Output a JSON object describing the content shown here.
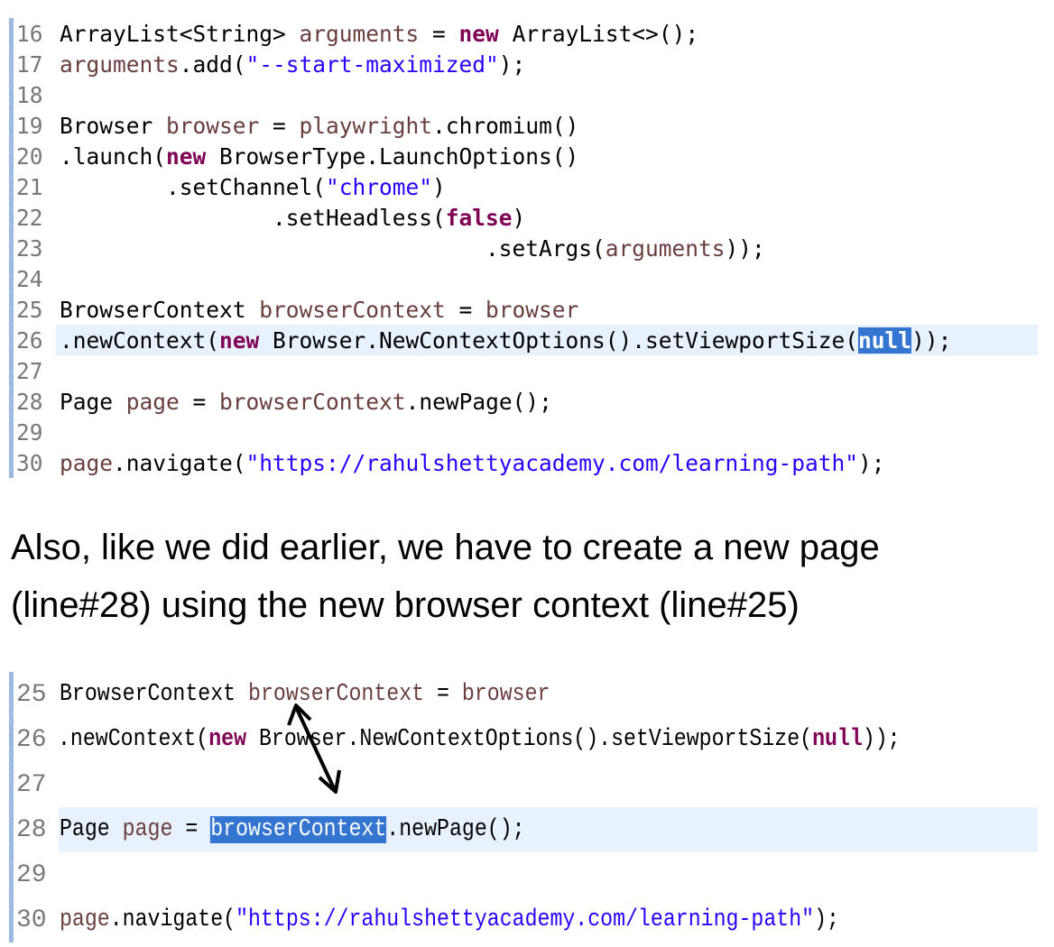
{
  "block1": {
    "lines": [
      {
        "n": "16",
        "parts": [
          [
            "ArrayList<String> ",
            "plain"
          ],
          [
            "arguments",
            "var"
          ],
          [
            " = ",
            "plain"
          ],
          [
            "new",
            "kw"
          ],
          [
            " ArrayList<>();",
            "plain"
          ]
        ]
      },
      {
        "n": "17",
        "parts": [
          [
            "arguments",
            "var"
          ],
          [
            ".add(",
            "plain"
          ],
          [
            "\"--start-maximized\"",
            "str"
          ],
          [
            ");",
            "plain"
          ]
        ]
      },
      {
        "n": "18",
        "parts": []
      },
      {
        "n": "19",
        "parts": [
          [
            "Browser ",
            "plain"
          ],
          [
            "browser",
            "var"
          ],
          [
            " = ",
            "plain"
          ],
          [
            "playwright",
            "var"
          ],
          [
            ".chromium()",
            "plain"
          ]
        ]
      },
      {
        "n": "20",
        "parts": [
          [
            ".launch(",
            "plain"
          ],
          [
            "new",
            "kw"
          ],
          [
            " BrowserType.LaunchOptions()",
            "plain"
          ]
        ]
      },
      {
        "n": "21",
        "parts": [
          [
            "        .setChannel(",
            "plain"
          ],
          [
            "\"chrome\"",
            "str"
          ],
          [
            ")",
            "plain"
          ]
        ]
      },
      {
        "n": "22",
        "parts": [
          [
            "                .setHeadless(",
            "plain"
          ],
          [
            "false",
            "kw"
          ],
          [
            ")",
            "plain"
          ]
        ]
      },
      {
        "n": "23",
        "parts": [
          [
            "                                .setArgs(",
            "plain"
          ],
          [
            "arguments",
            "var"
          ],
          [
            "));",
            "plain"
          ]
        ]
      },
      {
        "n": "24",
        "parts": []
      },
      {
        "n": "25",
        "parts": [
          [
            "BrowserContext ",
            "plain"
          ],
          [
            "browserContext",
            "var"
          ],
          [
            " = ",
            "plain"
          ],
          [
            "browser",
            "var"
          ]
        ]
      },
      {
        "n": "26",
        "current": true,
        "parts": [
          [
            ".newContext(",
            "plain"
          ],
          [
            "new",
            "kw"
          ],
          [
            " Browser.NewContextOptions().setViewportSize(",
            "plain"
          ],
          [
            "null",
            "sel-kw"
          ],
          [
            "));",
            "plain"
          ]
        ]
      },
      {
        "n": "27",
        "parts": []
      },
      {
        "n": "28",
        "parts": [
          [
            "Page ",
            "plain"
          ],
          [
            "page",
            "var"
          ],
          [
            " = ",
            "plain"
          ],
          [
            "browserContext",
            "var"
          ],
          [
            ".newPage();",
            "plain"
          ]
        ]
      },
      {
        "n": "29",
        "parts": []
      },
      {
        "n": "30",
        "parts": [
          [
            "page",
            "var"
          ],
          [
            ".navigate(",
            "plain"
          ],
          [
            "\"https://rahulshettyacademy.com/learning-path\"",
            "str"
          ],
          [
            ");",
            "plain"
          ]
        ]
      }
    ]
  },
  "prose": {
    "line1": "Also, like we did earlier, we have to create a new page",
    "line2": "(line#28) using the new browser context (line#25)"
  },
  "block2": {
    "lines": [
      {
        "n": "25",
        "parts": [
          [
            "BrowserContext ",
            "plain"
          ],
          [
            "browserContext",
            "var"
          ],
          [
            " = ",
            "plain"
          ],
          [
            "browser",
            "var"
          ]
        ]
      },
      {
        "n": "26",
        "parts": [
          [
            ".newContext(",
            "plain"
          ],
          [
            "new",
            "kw"
          ],
          [
            " Browser.NewContextOptions().setViewportSize(",
            "plain"
          ],
          [
            "null",
            "kw"
          ],
          [
            "));",
            "plain"
          ]
        ]
      },
      {
        "n": "27",
        "parts": []
      },
      {
        "n": "28",
        "current": true,
        "parts": [
          [
            "Page ",
            "plain"
          ],
          [
            "page",
            "var"
          ],
          [
            " = ",
            "plain"
          ],
          [
            "browserContext",
            "sel"
          ],
          [
            ".newPage();",
            "plain"
          ]
        ]
      },
      {
        "n": "29",
        "parts": []
      },
      {
        "n": "30",
        "parts": [
          [
            "page",
            "var"
          ],
          [
            ".navigate(",
            "plain"
          ],
          [
            "\"https://rahulshettyacademy.com/learning-path\"",
            "str"
          ],
          [
            ");",
            "plain"
          ]
        ]
      }
    ]
  },
  "annotation": {
    "arrow": "double-headed-arrow linking browserContext declaration (line 25) to its usage (line 28)"
  },
  "colors": {
    "keyword": "#7f0055",
    "variable": "#6a3e3e",
    "string": "#2a00ff",
    "line_number": "#787878",
    "current_line_bg": "#e8f2fe",
    "selection_bg": "#3375d0"
  }
}
